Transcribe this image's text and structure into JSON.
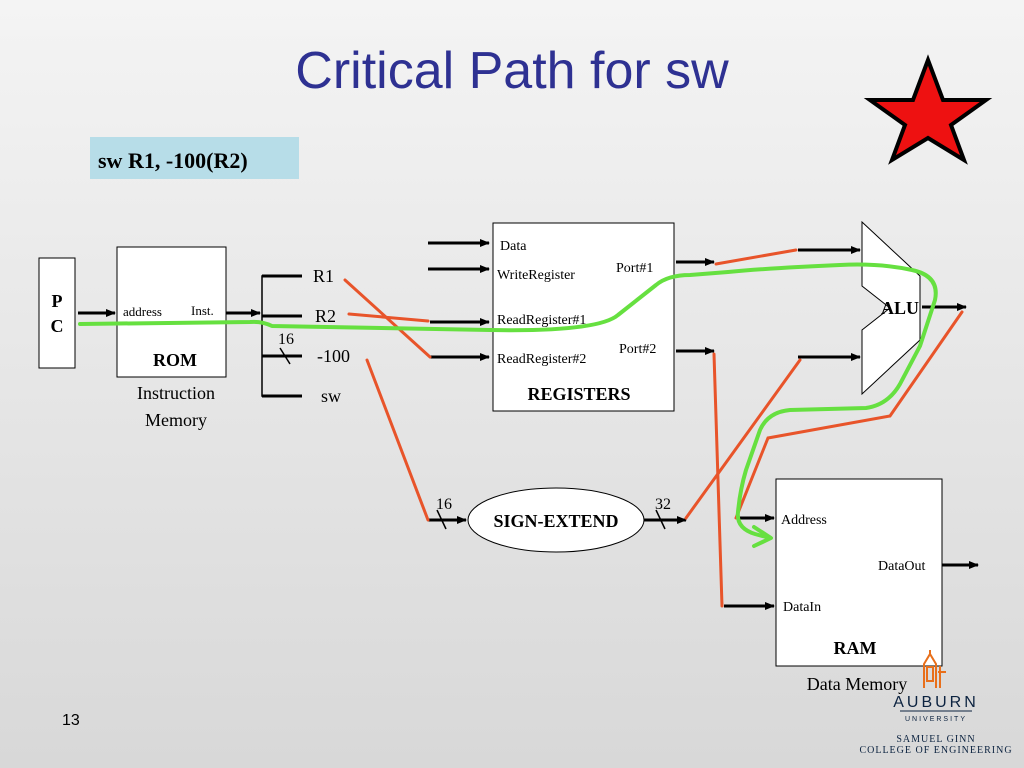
{
  "slide": {
    "title": "Critical Path for sw",
    "instruction": "sw R1, -100(R2)",
    "page_number": "13"
  },
  "colors": {
    "title": "#2e3192",
    "instruction_bg": "#b7dde8",
    "wire": "#000000",
    "highlight_red": "#e8542a",
    "path_green": "#66e040",
    "star": "#ee1111"
  },
  "pc": {
    "line1": "P",
    "line2": "C"
  },
  "rom": {
    "address": "address",
    "inst": "Inst.",
    "name": "ROM",
    "caption_line1": "Instruction",
    "caption_line2": "Memory"
  },
  "fields": {
    "r1": "R1",
    "r2": "R2",
    "imm": "-100",
    "op": "sw",
    "bus_width": "16"
  },
  "registers": {
    "data": "Data",
    "write_register": "WriteRegister",
    "read_register_1": "ReadRegister#1",
    "read_register_2": "ReadRegister#2",
    "port1": "Port#1",
    "port2": "Port#2",
    "name": "REGISTERS"
  },
  "alu": {
    "name": "ALU"
  },
  "sign_extend": {
    "name": "SIGN-EXTEND",
    "in_width": "16",
    "out_width": "32"
  },
  "ram": {
    "address": "Address",
    "data_out": "DataOut",
    "data_in": "DataIn",
    "name": "RAM",
    "caption": "Data Memory"
  },
  "logo": {
    "name": "AUBURN",
    "sub": "UNIVERSITY",
    "college_line1": "SAMUEL GINN",
    "college_line2": "COLLEGE OF ENGINEERING",
    "tower_color": "#e86f1b",
    "text_color": "#0c2340"
  }
}
